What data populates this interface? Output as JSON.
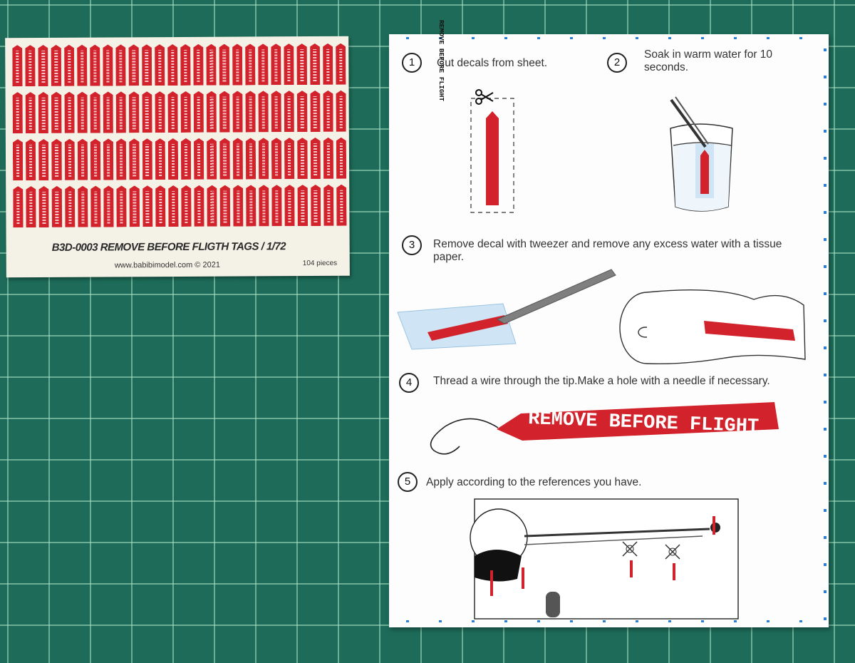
{
  "decal_sheet": {
    "title": "B3D-0003 REMOVE BEFORE FLIGTH TAGS / 1/72",
    "url": "www.babibimodel.com © 2021",
    "count": "104 pieces"
  },
  "instructions": {
    "steps": [
      {
        "number": "1",
        "text": "Cut decals from sheet."
      },
      {
        "number": "2",
        "text": "Soak in warm water for 10 seconds."
      },
      {
        "number": "3",
        "text": "Remove decal with tweezer and remove  any excess water with a tissue paper."
      },
      {
        "number": "4",
        "text": "Thread a wire through the tip.Make a hole with a needle if necessary."
      },
      {
        "number": "5",
        "text": "Apply according to the references you have."
      }
    ],
    "tag_label": "REMOVE BEFORE FLIGHT"
  },
  "colors": {
    "mat": "#1d6b58",
    "tag_red": "#d2232c",
    "registration_blue": "#2a7fd4"
  }
}
